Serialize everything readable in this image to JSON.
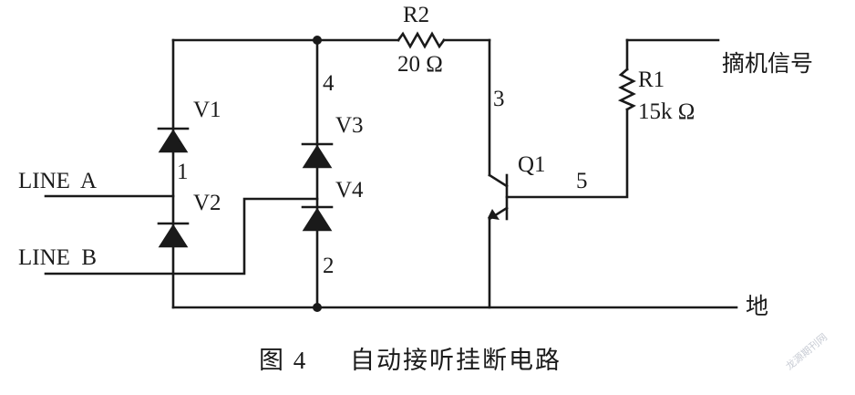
{
  "labels": {
    "r2_name": "R2",
    "r2_value": "20 Ω",
    "r1_name": "R1",
    "r1_value": "15k Ω",
    "v1": "V1",
    "v2": "V2",
    "v3": "V3",
    "v4": "V4",
    "q1": "Q1",
    "node1": "1",
    "node2": "2",
    "node3": "3",
    "node4": "4",
    "node5": "5",
    "line_a": "LINE  A",
    "line_b": "LINE  B",
    "offhook_signal": "摘机信号",
    "ground": "地"
  },
  "caption": {
    "figure": "图 4",
    "title": "自动接听挂断电路"
  },
  "watermark": "龙源期刊网"
}
